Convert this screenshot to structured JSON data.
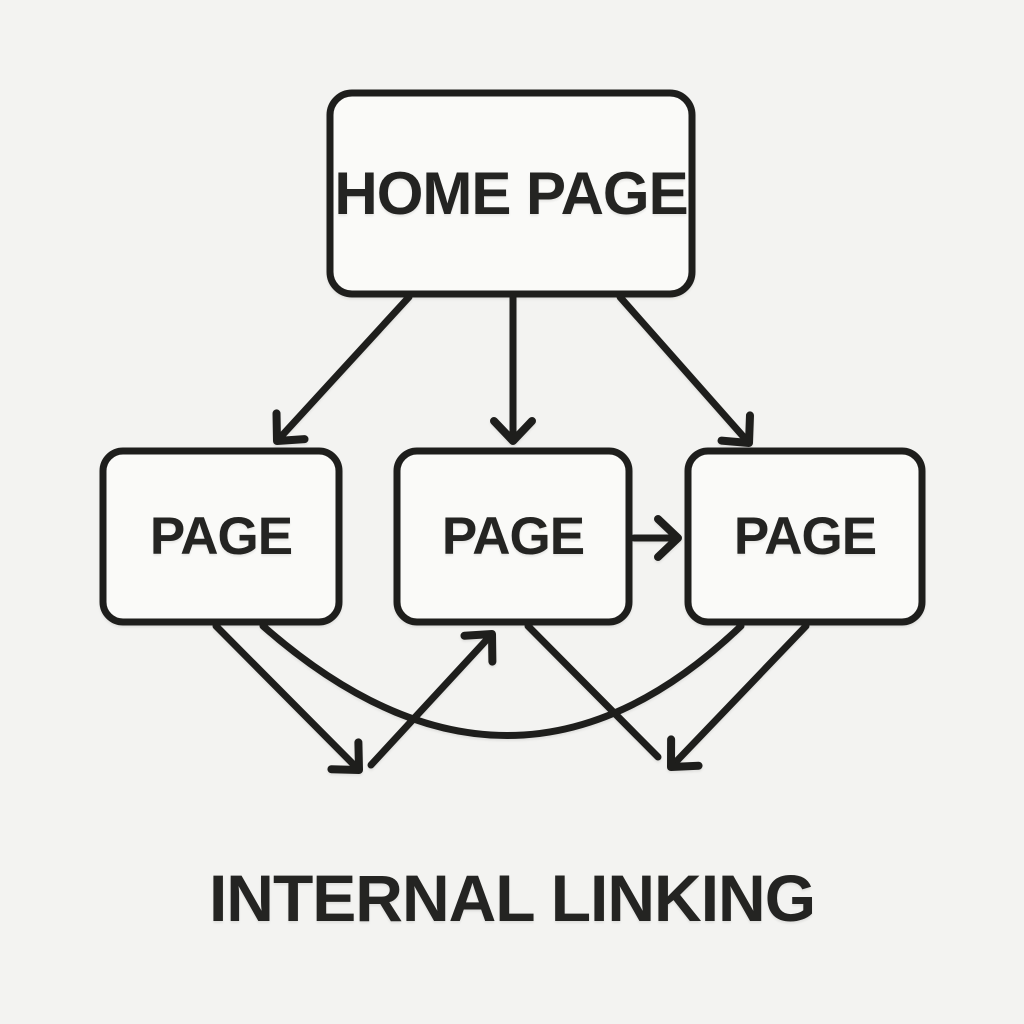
{
  "diagram": {
    "caption": "INTERNAL LINKING",
    "nodes": [
      {
        "id": "home",
        "label": "HOME PAGE",
        "row": "top"
      },
      {
        "id": "page-left",
        "label": "PAGE",
        "row": "middle"
      },
      {
        "id": "page-center",
        "label": "PAGE",
        "row": "middle"
      },
      {
        "id": "page-right",
        "label": "PAGE",
        "row": "middle"
      }
    ],
    "edges": [
      {
        "from": "home",
        "to": "page-left",
        "style": "straight",
        "arrowhead": true
      },
      {
        "from": "home",
        "to": "page-center",
        "style": "straight",
        "arrowhead": true
      },
      {
        "from": "home",
        "to": "page-right",
        "style": "straight",
        "arrowhead": true
      },
      {
        "from": "page-center",
        "to": "page-right",
        "style": "straight",
        "arrowhead": true
      },
      {
        "from": "page-left",
        "to": "point-below-left",
        "style": "straight",
        "arrowhead": true
      },
      {
        "from": "point-below-left",
        "to": "page-center",
        "style": "straight",
        "arrowhead": true
      },
      {
        "from": "page-center",
        "to": "point-below-right",
        "style": "straight",
        "arrowhead": false
      },
      {
        "from": "page-right",
        "to": "point-below-right",
        "style": "straight",
        "arrowhead": true
      },
      {
        "from": "page-left",
        "to": "page-right",
        "style": "arc",
        "arrowhead": false
      }
    ],
    "colors": {
      "background": "#f3f3f1",
      "node_fill": "#fafaf8",
      "stroke": "#1e1e1c",
      "text": "#242422"
    }
  }
}
